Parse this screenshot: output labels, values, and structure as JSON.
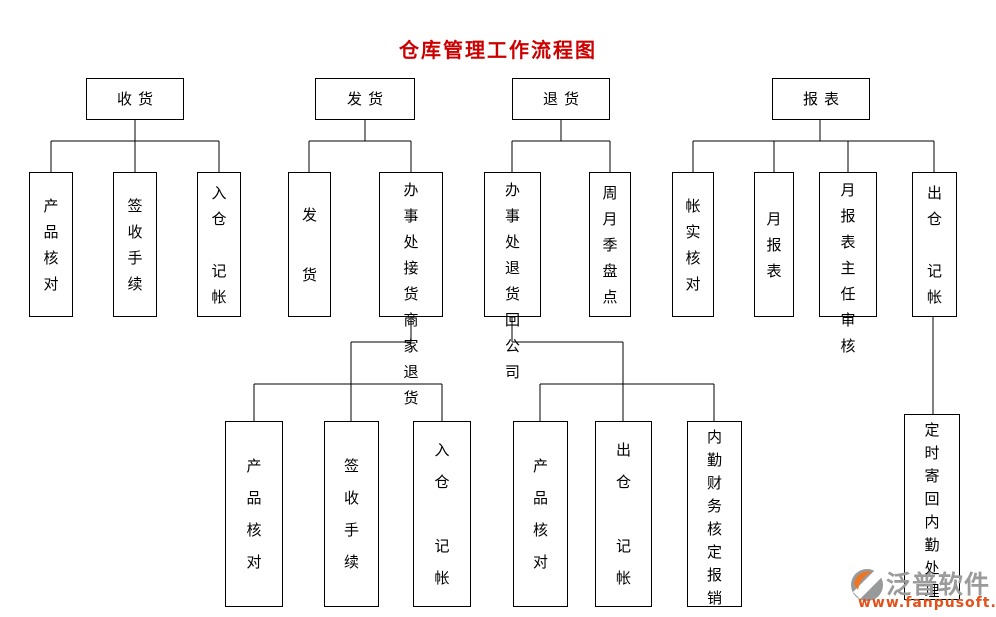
{
  "title": {
    "text": "仓库管理工作流程图",
    "color": "#cc0000"
  },
  "colors": {
    "background": "#ffffff",
    "box_border": "#000000",
    "connector": "#000000"
  },
  "nodes": {
    "recv": {
      "text": "收货",
      "label": "收货"
    },
    "recv_1": {
      "text": "产品核对",
      "label": "产\n品\n核\n对"
    },
    "recv_2": {
      "text": "签收手续",
      "label": "签\n收\n手\n续"
    },
    "recv_3": {
      "text": "入仓 记帐",
      "label": "入\n仓\n\n记\n帐"
    },
    "ship": {
      "text": "发货",
      "label": "发货"
    },
    "ship_1": {
      "text": "发货",
      "label": "发\n\n货"
    },
    "ship_2": {
      "text": "办事处接货商家退货",
      "label": "办事\n处接\n货商\n家退\n货"
    },
    "ship_2_1": {
      "text": "产品核对",
      "label": "产\n品\n核\n对"
    },
    "ship_2_2": {
      "text": "签收手续",
      "label": "签\n收\n手\n续"
    },
    "ship_2_3": {
      "text": "入仓 记帐",
      "label": "入\n仓\n\n记\n帐"
    },
    "ret": {
      "text": "退货",
      "label": "退货"
    },
    "ret_1": {
      "text": "办事处退货回公司",
      "label": "办事\n处退\n货回\n公司"
    },
    "ret_1_1": {
      "text": "产品核对",
      "label": "产\n品\n核\n对"
    },
    "ret_1_2": {
      "text": "出仓 记帐",
      "label": "出\n仓\n\n记\n帐"
    },
    "ret_1_3": {
      "text": "内勤财务核定报销",
      "label": "内\n勤\n财\n务\n核\n定\n报\n销"
    },
    "ret_2": {
      "text": "周月季盘点",
      "label": "周\n月\n季\n盘\n点"
    },
    "rep": {
      "text": "报表",
      "label": "报表"
    },
    "rep_1": {
      "text": "帐实核对",
      "label": "帐\n实\n核\n对"
    },
    "rep_2": {
      "text": "月报表",
      "label": "月\n报\n表"
    },
    "rep_3": {
      "text": "月报表主任审核",
      "label": "月报\n表主\n任审\n核"
    },
    "rep_4": {
      "text": "出仓 记帐",
      "label": "出\n仓\n\n记\n帐"
    },
    "rep_4_1": {
      "text": "定时寄回内勤处理",
      "label": "定\n时\n寄\n回\n内\n勤\n处\n理"
    }
  },
  "watermark": {
    "brand": "泛普软件",
    "url": "www.fanpusoft.com",
    "logo_icon": "fanpu-logo-icon",
    "brand_color": "#9b9b9b",
    "url_color": "#e2511a",
    "logo_gray": "#97999b",
    "logo_orange": "#ee7622"
  }
}
